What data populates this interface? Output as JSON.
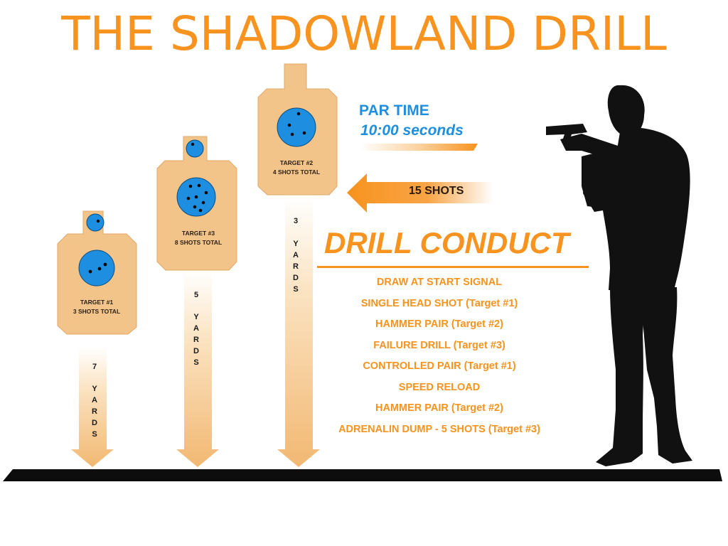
{
  "title": "THE SHADOWLAND DRILL",
  "par_time": {
    "label": "PAR TIME",
    "value": "10:00 seconds"
  },
  "shots_arrow": {
    "label": "15 SHOTS"
  },
  "targets": [
    {
      "name": "TARGET #1",
      "shots": "3 SHOTS TOTAL",
      "distance_number": "7",
      "distance_unit": [
        "Y",
        "A",
        "R",
        "D",
        "S"
      ]
    },
    {
      "name": "TARGET #3",
      "shots": "8 SHOTS TOTAL",
      "distance_number": "5",
      "distance_unit": [
        "Y",
        "A",
        "R",
        "D",
        "S"
      ]
    },
    {
      "name": "TARGET #2",
      "shots": "4 SHOTS TOTAL",
      "distance_number": "3",
      "distance_unit": [
        "Y",
        "A",
        "R",
        "D",
        "S"
      ]
    }
  ],
  "drill_conduct": {
    "title": "DRILL CONDUCT",
    "steps": [
      "DRAW AT START SIGNAL",
      "SINGLE HEAD SHOT (Target #1)",
      "HAMMER PAIR (Target #2)",
      "FAILURE DRILL (Target #3)",
      "CONTROLLED PAIR (Target #1)",
      "SPEED RELOAD",
      "HAMMER PAIR (Target #2)",
      "ADRENALIN DUMP - 5 SHOTS (Target #3)"
    ]
  },
  "colors": {
    "accent_orange": "#f7931e",
    "target_fill": "#f2c48a",
    "bullseye_blue": "#1e8fe0",
    "silhouette": "#111111"
  },
  "icons": [
    "shooter-silhouette",
    "target-silhouette",
    "left-arrow",
    "down-arrow"
  ]
}
